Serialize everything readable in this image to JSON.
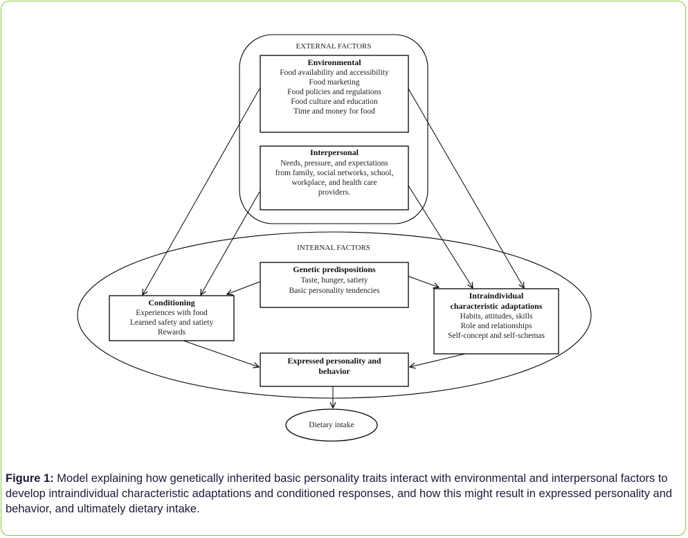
{
  "diagram": {
    "external": {
      "label": "EXTERNAL FACTORS",
      "environmental": {
        "title": "Environmental",
        "lines": [
          "Food availability and accessibility",
          "Food marketing",
          "Food policies and regulations",
          "Food culture and education",
          "Time and money for food"
        ]
      },
      "interpersonal": {
        "title": "Interpersonal",
        "lines": [
          "Needs, pressure, and expectations",
          "from family, social networks, school,",
          "workplace, and health care",
          "providers."
        ]
      }
    },
    "internal": {
      "label": "INTERNAL FACTORS",
      "genetic": {
        "title": "Genetic predispositions",
        "lines": [
          "Taste, hunger, satiety",
          "Basic personality tendencies"
        ]
      },
      "conditioning": {
        "title": "Conditioning",
        "lines": [
          "Experiences with food",
          "Learned safety and satiety",
          "Rewards"
        ]
      },
      "intraindividual": {
        "title_lines": [
          "Intraindividual",
          "characteristic adaptations"
        ],
        "lines": [
          "Habits, attitudes, skills",
          "Role and relationships",
          "Self-concept and self-schemas"
        ]
      },
      "expressed": {
        "title_lines": [
          "Expressed personality and",
          "behavior"
        ]
      }
    },
    "outcome": {
      "label": "Dietary intake"
    },
    "edges": [
      {
        "from": "environmental",
        "to": "conditioning"
      },
      {
        "from": "interpersonal",
        "to": "conditioning"
      },
      {
        "from": "genetic",
        "to": "conditioning"
      },
      {
        "from": "environmental",
        "to": "intraindividual"
      },
      {
        "from": "interpersonal",
        "to": "intraindividual"
      },
      {
        "from": "genetic",
        "to": "intraindividual"
      },
      {
        "from": "conditioning",
        "to": "expressed"
      },
      {
        "from": "intraindividual",
        "to": "expressed"
      },
      {
        "from": "expressed",
        "to": "dietary-intake"
      }
    ]
  },
  "caption": {
    "label": "Figure 1:",
    "text": " Model explaining how genetically inherited basic personality traits interact with environmental and interpersonal factors to develop intraindividual characteristic adaptations and conditioned responses, and how this might result in expressed personality and behavior, and ultimately dietary intake."
  },
  "colors": {
    "border": "#8cc63f",
    "caption_text": "#1a1a3a"
  }
}
